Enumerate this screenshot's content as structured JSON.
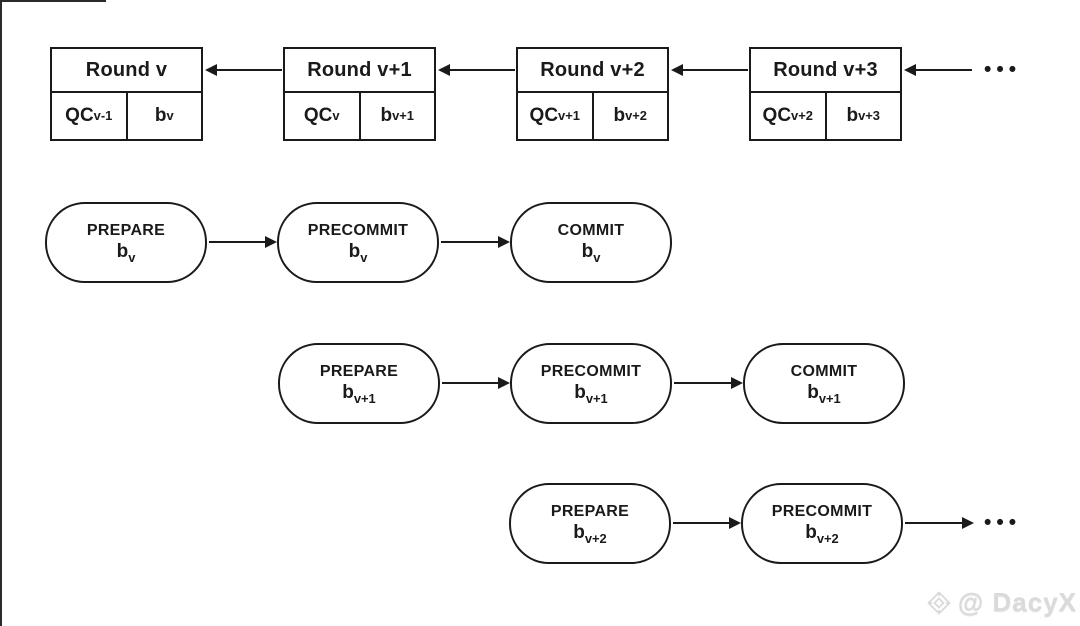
{
  "colors": {
    "ink": "#1a1a1a",
    "background": "#ffffff",
    "watermark": "#dadada"
  },
  "chain": {
    "blocks": [
      {
        "title": "Round v",
        "qc_base": "QC",
        "qc_sub": "v-1",
        "b_base": "b",
        "b_sub": "v"
      },
      {
        "title": "Round v+1",
        "qc_base": "QC",
        "qc_sub": "v",
        "b_base": "b",
        "b_sub": "v+1"
      },
      {
        "title": "Round v+2",
        "qc_base": "QC",
        "qc_sub": "v+1",
        "b_base": "b",
        "b_sub": "v+2"
      },
      {
        "title": "Round v+3",
        "qc_base": "QC",
        "qc_sub": "v+2",
        "b_base": "b",
        "b_sub": "v+3"
      }
    ],
    "ellipsis": "•••"
  },
  "phases": {
    "rows": [
      {
        "pills": [
          {
            "label": "PREPARE",
            "b_base": "b",
            "b_sub": "v"
          },
          {
            "label": "PRECOMMIT",
            "b_base": "b",
            "b_sub": "v"
          },
          {
            "label": "COMMIT",
            "b_base": "b",
            "b_sub": "v"
          }
        ]
      },
      {
        "pills": [
          {
            "label": "PREPARE",
            "b_base": "b",
            "b_sub": "v+1"
          },
          {
            "label": "PRECOMMIT",
            "b_base": "b",
            "b_sub": "v+1"
          },
          {
            "label": "COMMIT",
            "b_base": "b",
            "b_sub": "v+1"
          }
        ]
      },
      {
        "pills": [
          {
            "label": "PREPARE",
            "b_base": "b",
            "b_sub": "v+2"
          },
          {
            "label": "PRECOMMIT",
            "b_base": "b",
            "b_sub": "v+2"
          }
        ],
        "ellipsis": "•••"
      }
    ]
  },
  "watermark": {
    "handle": "@ DacyX"
  }
}
